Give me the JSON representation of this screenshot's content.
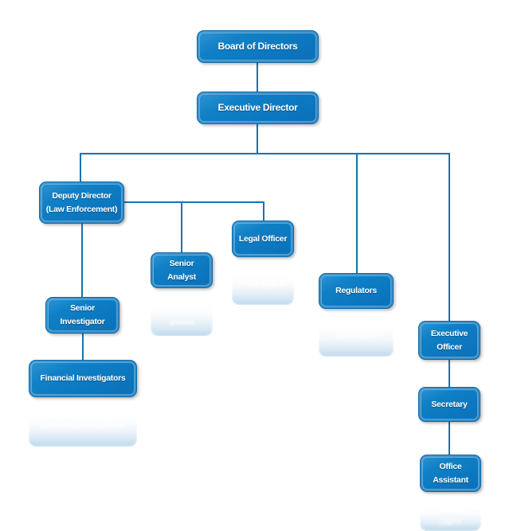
{
  "diagram": {
    "type": "organizational-chart",
    "background": "#ffffff",
    "colors": {
      "box_fill": "#0d7ac2",
      "box_highlight": "#2f95d4",
      "box_border": "#0a67a9",
      "connector_line": "#1273b6",
      "text": "#ffffff"
    },
    "nodes": {
      "board": {
        "label": "Board of Directors",
        "reports_to": null
      },
      "executive_director": {
        "label": "Executive Director",
        "reports_to": "Board of Directors"
      },
      "deputy_director": {
        "label": "Deputy Director (Law Enforcement)",
        "lines": [
          "Deputy Director",
          "(Law Enforcement)"
        ],
        "reports_to": "Executive Director"
      },
      "senior_analyst": {
        "label": "Senior Analyst",
        "lines": [
          "Senior",
          "Analyst"
        ],
        "reports_to": "Deputy Director (Law Enforcement)"
      },
      "legal_officer": {
        "label": "Legal Officer",
        "reports_to": "Deputy Director (Law Enforcement)"
      },
      "regulators": {
        "label": "Regulators",
        "reports_to": "Executive Director"
      },
      "senior_investigator": {
        "label": "Senior Investigator",
        "lines": [
          "Senior",
          "Investigator"
        ],
        "reports_to": "Deputy Director (Law Enforcement)"
      },
      "financial_investigators": {
        "label": "Financial Investigators",
        "reports_to": "Senior Investigator"
      },
      "executive_officer": {
        "label": "Executive Officer",
        "lines": [
          "Executive",
          "Officer"
        ],
        "reports_to": "Executive Director"
      },
      "secretary": {
        "label": "Secretary",
        "reports_to": "Executive Officer"
      },
      "office_assistant": {
        "label": "Office Assistant",
        "lines": [
          "Office",
          "Assistant"
        ],
        "reports_to": "Secretary"
      }
    }
  }
}
